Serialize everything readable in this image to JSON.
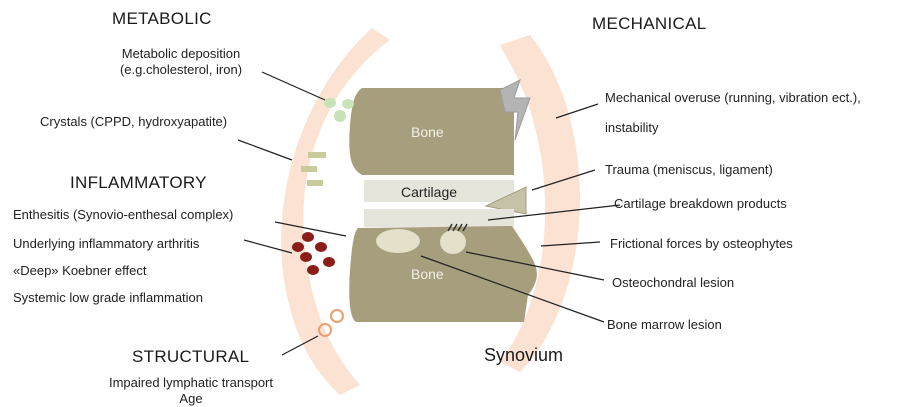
{
  "headings": {
    "metabolic": "METABOLIC",
    "mechanical": "MECHANICAL",
    "inflammatory": "INFLAMMATORY",
    "structural": "STRUCTURAL"
  },
  "joint": {
    "bone_top": "Bone",
    "bone_bottom": "Bone",
    "cartilage": "Cartilage",
    "synovium": "Synovium"
  },
  "left_labels": {
    "metabolic_deposition_1": "Metabolic deposition",
    "metabolic_deposition_2": "(e.g.cholesterol, iron)",
    "crystals": "Crystals (CPPD, hydroxyapatite)",
    "enthesitis": "Enthesitis (Synovio-enthesal complex)",
    "inflammatory_arthritis": "Underlying inflammatory arthritis",
    "koebner": "«Deep» Koebner effect",
    "systemic": "Systemic low grade inflammation",
    "lymphatic": "Impaired lymphatic transport",
    "age": "Age"
  },
  "right_labels": {
    "overuse": "Mechanical overuse (running, vibration ect.),",
    "instability": "instability",
    "trauma": "Trauma (meniscus, ligament)",
    "cartilage_breakdown": "Cartilage breakdown products",
    "frictional": "Frictional forces by osteophytes",
    "osteochondral": "Osteochondral lesion",
    "bone_marrow": "Bone marrow lesion"
  },
  "colors": {
    "bone": "#a69e7c",
    "cartilage": "#e6e5db",
    "synovium": "#fbe2d2",
    "metabolic": "#c8e3b7",
    "crystal": "#c9cc9a",
    "inflammatory": "#8b1d18",
    "structural": "#ef9e6d",
    "lesion": "#e4e0c9",
    "lightning": "#b0b0b0"
  }
}
